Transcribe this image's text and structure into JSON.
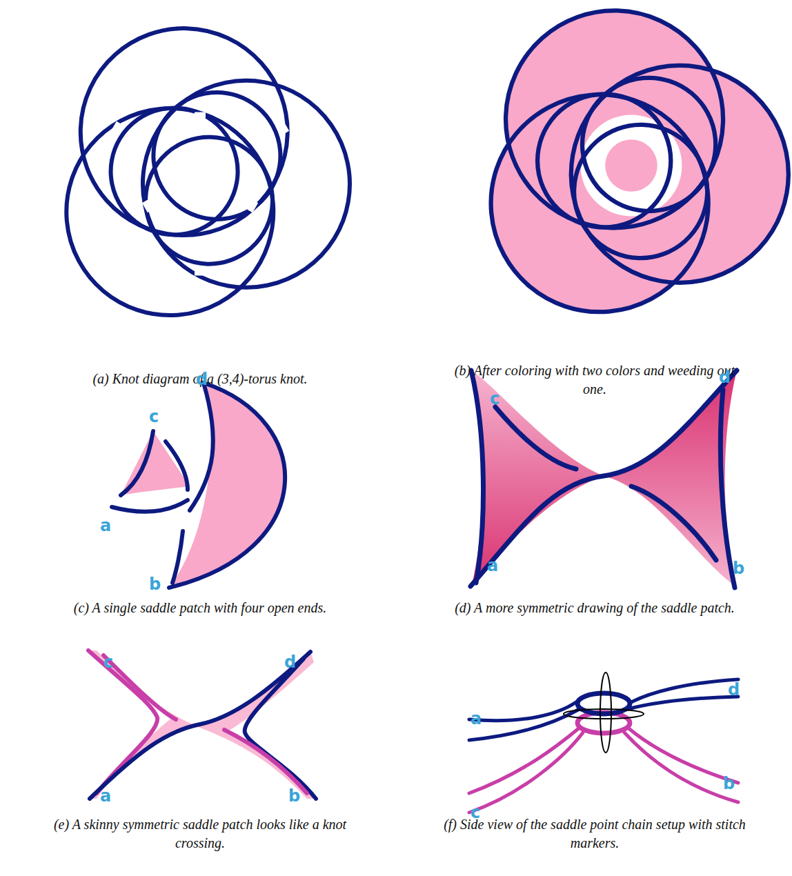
{
  "diagram": {
    "labels": [
      "(a) Knot diagram of a (3,4)-torus knot.",
      "(b) After coloring with two colors and weeding out one.",
      "d",
      "c",
      "a",
      "b",
      "(c) A single saddle patch with four open ends.",
      "c",
      "d",
      "a",
      "b",
      "(d) A more symmetric drawing of the saddle patch.",
      "c",
      "d",
      "a",
      "b",
      "(e) A skinny symmetric saddle patch looks like a knot crossing.",
      "a",
      "d",
      "b",
      "c",
      "(f) Side view of the saddle point chain setup with stitch markers."
    ]
  }
}
